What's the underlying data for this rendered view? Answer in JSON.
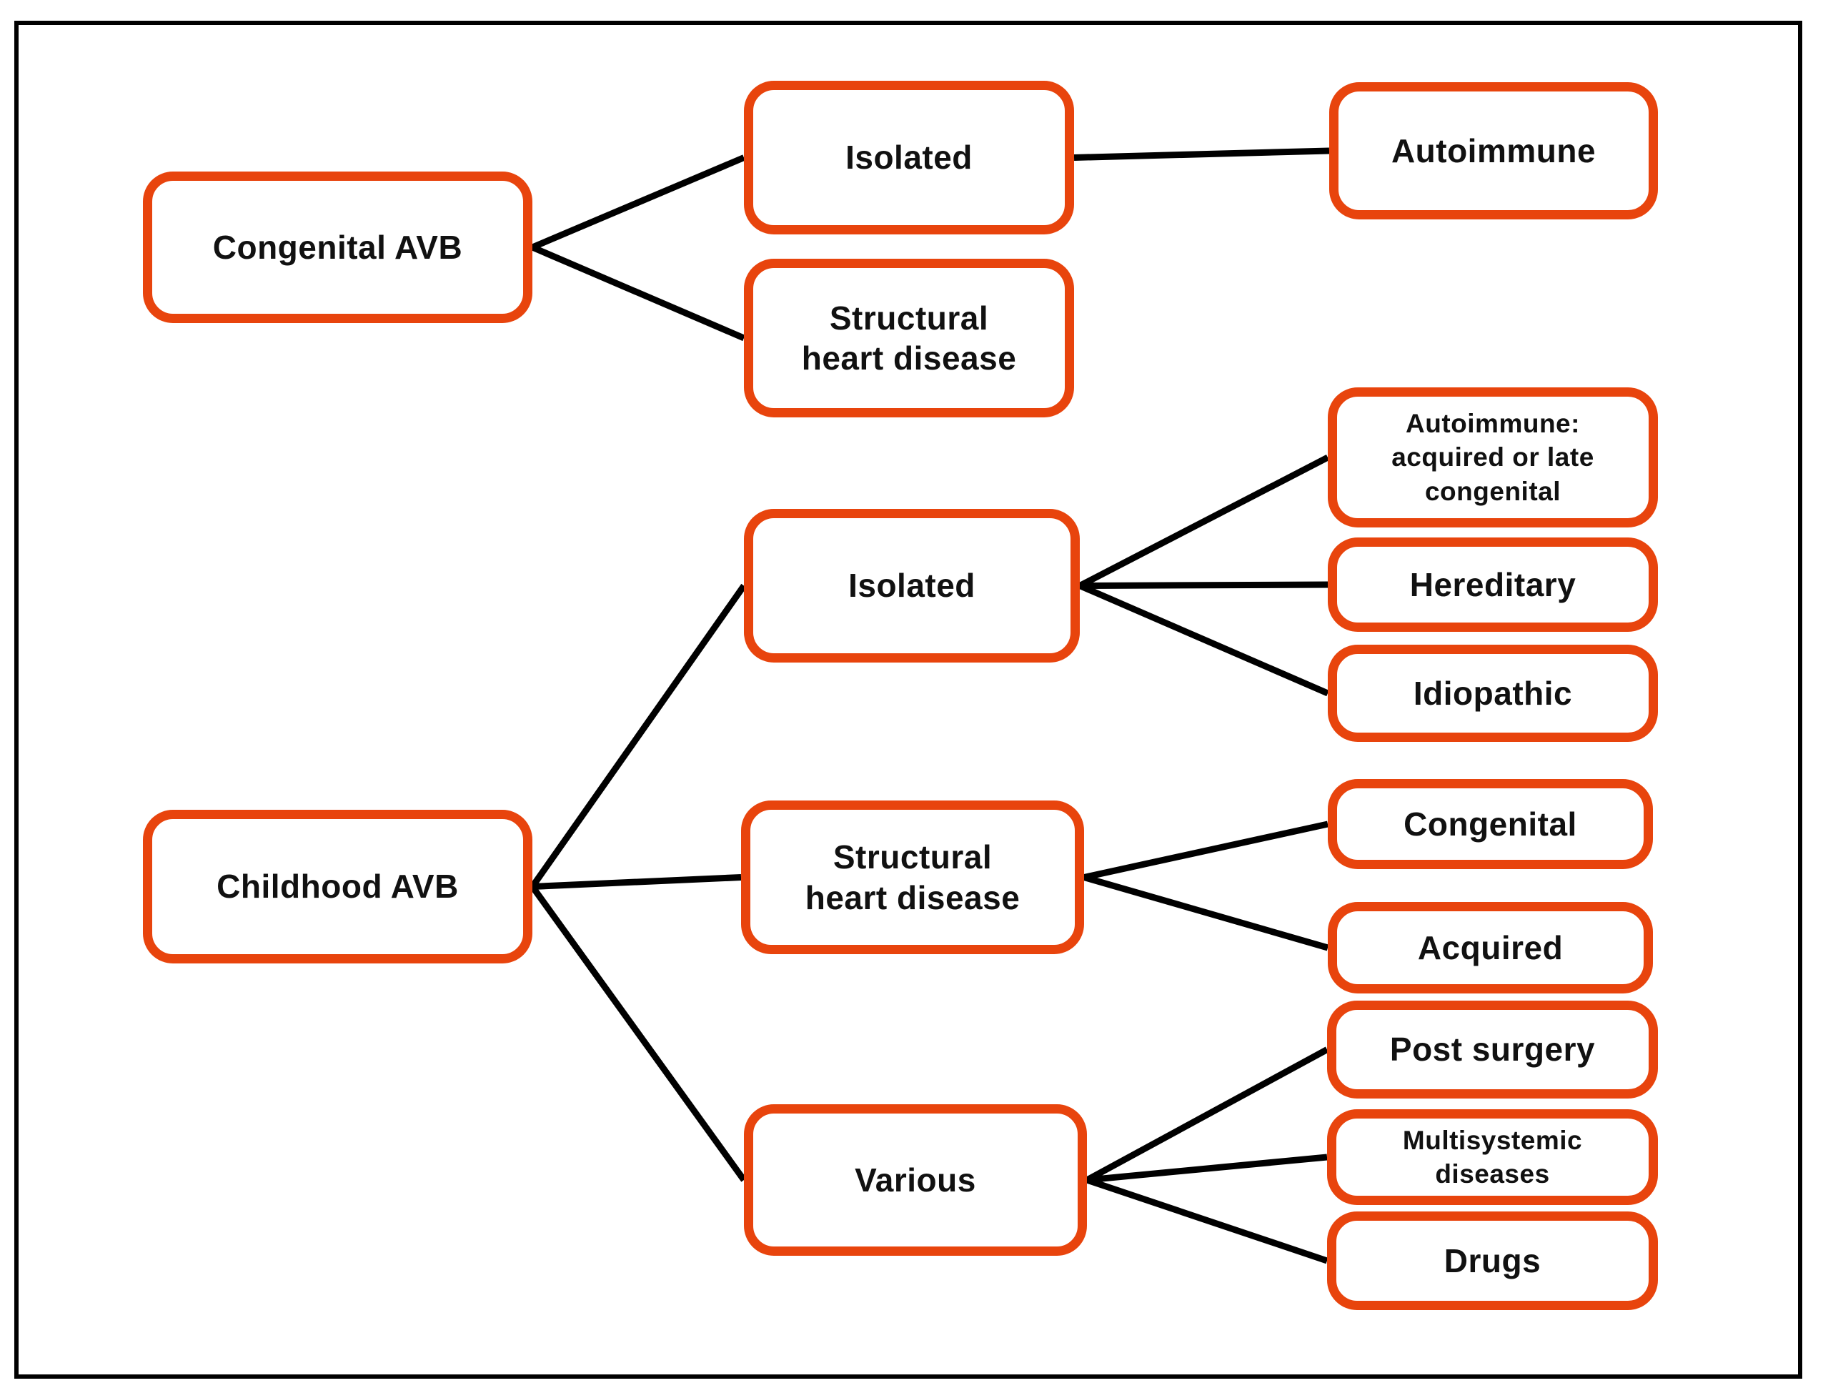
{
  "diagram": {
    "nodes": [
      {
        "id": "congenital-avb",
        "label": "Congenital AVB"
      },
      {
        "id": "isolated-congenital",
        "label": "Isolated"
      },
      {
        "id": "structural-congenital",
        "label": "Structural\nheart disease"
      },
      {
        "id": "autoimmune",
        "label": "Autoimmune"
      },
      {
        "id": "childhood-avb",
        "label": "Childhood AVB"
      },
      {
        "id": "isolated-childhood",
        "label": "Isolated"
      },
      {
        "id": "autoimmune-acquired",
        "label": "Autoimmune:\nacquired  or late\ncongenital"
      },
      {
        "id": "hereditary",
        "label": "Hereditary"
      },
      {
        "id": "idiopathic",
        "label": "Idiopathic"
      },
      {
        "id": "structural-childhood",
        "label": "Structural\nheart disease"
      },
      {
        "id": "congenital",
        "label": "Congenital"
      },
      {
        "id": "acquired",
        "label": "Acquired"
      },
      {
        "id": "various",
        "label": "Various"
      },
      {
        "id": "post-surgery",
        "label": "Post surgery"
      },
      {
        "id": "multisystemic",
        "label": "Multisystemic\ndiseases"
      },
      {
        "id": "drugs",
        "label": "Drugs"
      }
    ],
    "edges": [
      [
        "congenital-avb",
        "isolated-congenital"
      ],
      [
        "congenital-avb",
        "structural-congenital"
      ],
      [
        "isolated-congenital",
        "autoimmune"
      ],
      [
        "childhood-avb",
        "isolated-childhood"
      ],
      [
        "childhood-avb",
        "structural-childhood"
      ],
      [
        "childhood-avb",
        "various"
      ],
      [
        "isolated-childhood",
        "autoimmune-acquired"
      ],
      [
        "isolated-childhood",
        "hereditary"
      ],
      [
        "isolated-childhood",
        "idiopathic"
      ],
      [
        "structural-childhood",
        "congenital"
      ],
      [
        "structural-childhood",
        "acquired"
      ],
      [
        "various",
        "post-surgery"
      ],
      [
        "various",
        "multisystemic"
      ],
      [
        "various",
        "drugs"
      ]
    ],
    "colors": {
      "box_border": "#e8440d",
      "connector": "#000000",
      "frame": "#000000",
      "text": "#111111",
      "background": "#ffffff"
    }
  }
}
